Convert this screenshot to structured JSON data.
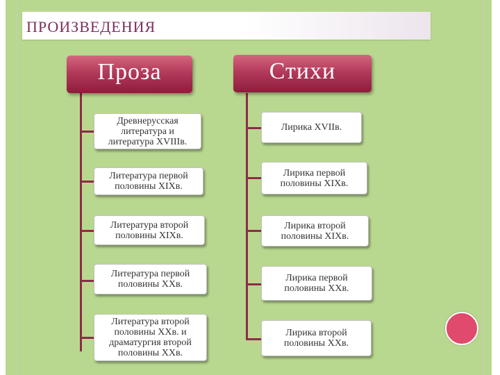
{
  "title": "ПРОИЗВЕДЕНИЯ",
  "prose": {
    "header": "Проза",
    "items": [
      "Древнерусская литература и литература XVIIIв.",
      "Литература первой половины XIXв.",
      "Литература второй половины XIXв.",
      "Литература первой половины XXв.",
      "Литература второй половины XXв. и драматургия второй половины XXв."
    ]
  },
  "poetry": {
    "header": "Стихи",
    "items": [
      "Лирика XVIIв.",
      "Лирика первой половины XIXв.",
      "Лирика второй половины XIXв.",
      "Лирика первой половины XXв.",
      "Лирика второй половины XXв."
    ]
  },
  "colors": {
    "background": "#b9d88f",
    "header": "#b33a5a",
    "connector": "#8e2a49",
    "circle": "#e04a6c"
  }
}
